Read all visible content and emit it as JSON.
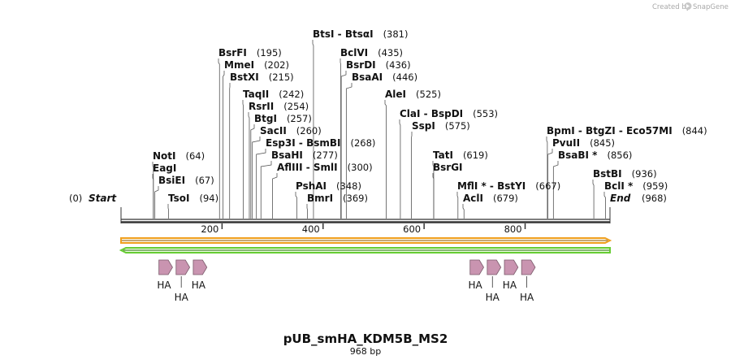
{
  "credit": {
    "prefix": "Created by",
    "brand": "SnapGene",
    "logo_icon": "snapgene-logo-icon"
  },
  "plasmid": {
    "name": "pUB_smHA_KDM5B_MS2",
    "length_label": "968 bp"
  },
  "bounds": {
    "start": {
      "pos_label": "(0)",
      "name": "Start"
    },
    "end": {
      "pos_label": "(968)",
      "name": "End"
    }
  },
  "ruler": {
    "total_bp": 968,
    "ticks": [
      "200",
      "400",
      "600",
      "800"
    ]
  },
  "enzymes": [
    {
      "name": "NotI",
      "pos": "(64)",
      "site": 64
    },
    {
      "name": "EagI",
      "pos": "",
      "site": 64
    },
    {
      "name": "BsiEI",
      "pos": "(67)",
      "site": 67
    },
    {
      "name": "TsoI",
      "pos": "(94)",
      "site": 94
    },
    {
      "name": "BsrFI",
      "pos": "(195)",
      "site": 195
    },
    {
      "name": "MmeI",
      "pos": "(202)",
      "site": 202
    },
    {
      "name": "BstXI",
      "pos": "(215)",
      "site": 215
    },
    {
      "name": "TaqII",
      "pos": "(242)",
      "site": 242
    },
    {
      "name": "RsrII",
      "pos": "(254)",
      "site": 254
    },
    {
      "name": "BtgI",
      "pos": "(257)",
      "site": 257
    },
    {
      "name": "SacII",
      "pos": "(260)",
      "site": 260
    },
    {
      "name": "Esp3I - BsmBI",
      "pos": "(268)",
      "site": 268
    },
    {
      "name": "BsaHI",
      "pos": "(277)",
      "site": 277
    },
    {
      "name": "AflIII - SmlI",
      "pos": "(300)",
      "site": 300
    },
    {
      "name": "PshAI",
      "pos": "(348)",
      "site": 348
    },
    {
      "name": "BmrI",
      "pos": "(369)",
      "site": 369
    },
    {
      "name": "BtsI - BtsαI",
      "pos": "(381)",
      "site": 381
    },
    {
      "name": "BclVI",
      "pos": "(435)",
      "site": 435
    },
    {
      "name": "BsrDI",
      "pos": "(436)",
      "site": 436
    },
    {
      "name": "BsaAI",
      "pos": "(446)",
      "site": 446
    },
    {
      "name": "AleI",
      "pos": "(525)",
      "site": 525
    },
    {
      "name": "ClaI - BspDI",
      "pos": "(553)",
      "site": 553
    },
    {
      "name": "SspI",
      "pos": "(575)",
      "site": 575
    },
    {
      "name": "TatI",
      "pos": "(619)",
      "site": 619
    },
    {
      "name": "BsrGI",
      "pos": "",
      "site": 619
    },
    {
      "name": "MflI * - BstYI",
      "pos": "(667)",
      "site": 667
    },
    {
      "name": "AclI",
      "pos": "(679)",
      "site": 679
    },
    {
      "name": "BpmI - BtgZI - Eco57MI",
      "pos": "(844)",
      "site": 844
    },
    {
      "name": "PvuII",
      "pos": "(845)",
      "site": 845
    },
    {
      "name": "BsaBI *",
      "pos": "(856)",
      "site": 856
    },
    {
      "name": "BstBI",
      "pos": "(936)",
      "site": 936
    },
    {
      "name": "BclI *",
      "pos": "(959)",
      "site": 959
    }
  ],
  "features": {
    "orange_arrow": {
      "start": 0,
      "end": 968,
      "color": "#f0a020",
      "direction": "forward"
    },
    "green_arrow": {
      "start": 0,
      "end": 968,
      "color": "#66cc33",
      "direction": "reverse"
    },
    "tag_color": "#c994b0",
    "tags": [
      {
        "label": "HA",
        "start": 75,
        "end": 102
      },
      {
        "label": "HA",
        "start": 109,
        "end": 136
      },
      {
        "label": "HA",
        "start": 143,
        "end": 170
      },
      {
        "label": "HA",
        "start": 691,
        "end": 718
      },
      {
        "label": "HA",
        "start": 725,
        "end": 752
      },
      {
        "label": "HA",
        "start": 759,
        "end": 786
      },
      {
        "label": "HA",
        "start": 793,
        "end": 820
      }
    ]
  }
}
